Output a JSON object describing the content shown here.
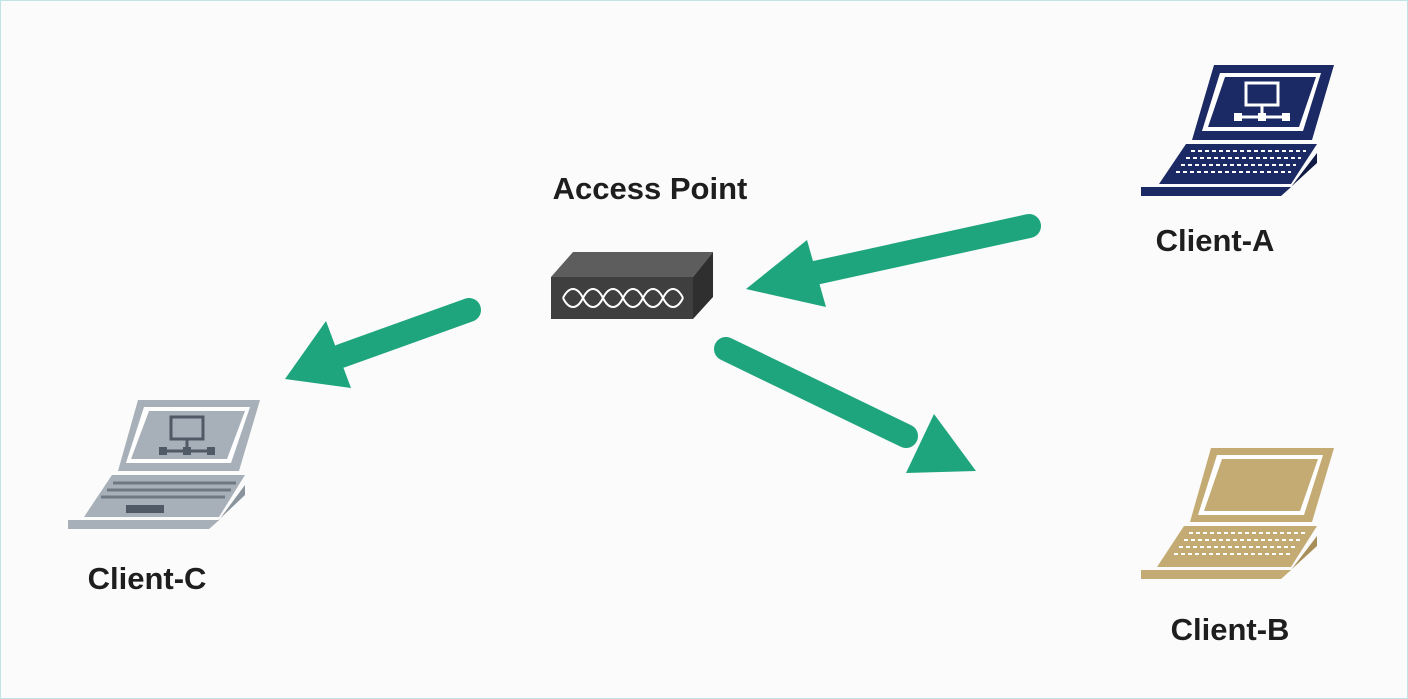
{
  "diagram": {
    "nodes": [
      {
        "id": "access-point",
        "label": "Access Point",
        "kind": "access-point",
        "color": "#3f3f3f"
      },
      {
        "id": "client-a",
        "label": "Client-A",
        "kind": "laptop",
        "color": "#1b2a64"
      },
      {
        "id": "client-b",
        "label": "Client-B",
        "kind": "laptop",
        "color": "#c4ab73"
      },
      {
        "id": "client-c",
        "label": "Client-C",
        "kind": "laptop",
        "color": "#a7b0b8"
      }
    ],
    "edges": [
      {
        "from": "client-a",
        "to": "access-point"
      },
      {
        "from": "access-point",
        "to": "client-c"
      },
      {
        "from": "access-point",
        "to": "client-b"
      }
    ],
    "colors": {
      "arrow": "#1fa57e",
      "background": "#fbfbfb",
      "text": "#1e1e1e"
    }
  }
}
